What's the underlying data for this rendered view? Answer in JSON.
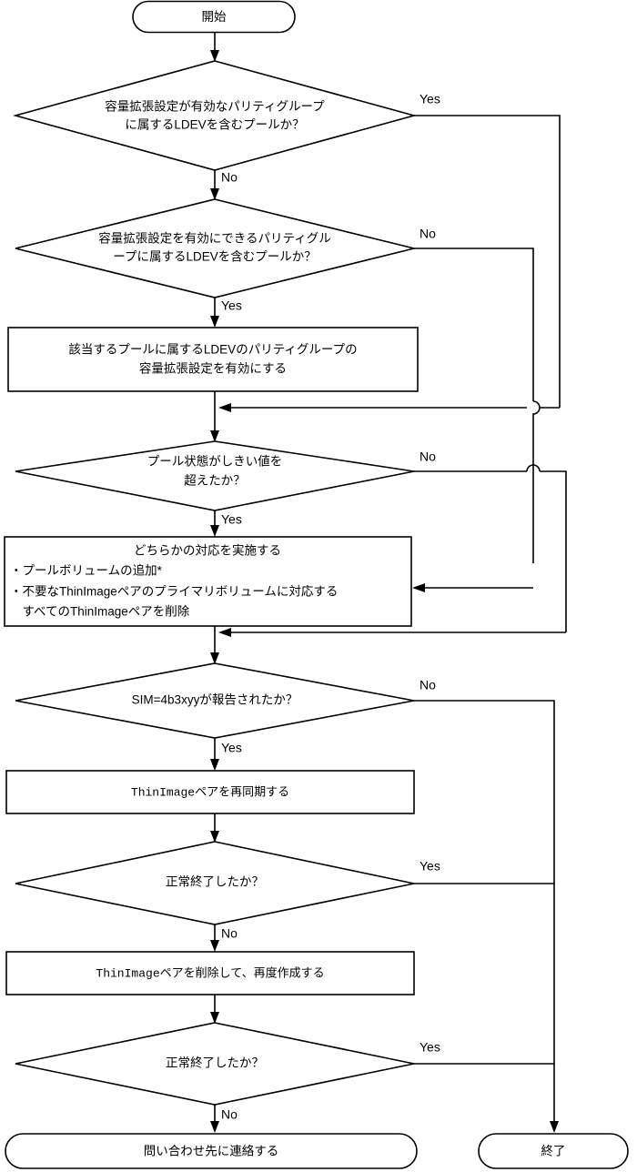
{
  "diagram": {
    "type": "flowchart",
    "title": "",
    "language": "ja",
    "nodes": {
      "start": {
        "kind": "terminator",
        "label": "開始"
      },
      "d1": {
        "kind": "decision",
        "line1": "容量拡張設定が有効なパリティグループ",
        "line2": "に属するLDEVを含むプールか？"
      },
      "d2": {
        "kind": "decision",
        "line1": "容量拡張設定を有効にできるパリティグル",
        "line2": "ープに属するLDEVを含むプールか？"
      },
      "p1": {
        "kind": "process",
        "line1": "該当するプールに属するLDEVのパリティグループの",
        "line2": "容量拡張設定を有効にする"
      },
      "d3": {
        "kind": "decision",
        "line1": "プール状態がしきい値を",
        "line2": "超えたか？"
      },
      "p2": {
        "kind": "process",
        "line1": "どちらかの対応を実施する",
        "line2": "・プールボリュームの追加*",
        "line3": "・不要なThinImageペアのプライマリボリュームに対応する",
        "line4": "　すべてのThinImageペアを削除"
      },
      "d4": {
        "kind": "decision",
        "line1": "SIM=4b3xyyが報告されたか？"
      },
      "p3": {
        "kind": "process",
        "line1": "ThinImageペアを再同期する"
      },
      "d5": {
        "kind": "decision",
        "line1": "正常終了したか？"
      },
      "p4": {
        "kind": "process",
        "line1": "ThinImageペアを削除して、再度作成する"
      },
      "d6": {
        "kind": "decision",
        "line1": "正常終了したか？"
      },
      "end_contact": {
        "kind": "terminator",
        "label": "問い合わせ先に連絡する"
      },
      "end_finish": {
        "kind": "terminator",
        "label": "終了"
      }
    },
    "branch_labels": {
      "d1_yes": "Yes",
      "d1_no": "No",
      "d2_no": "No",
      "d2_yes": "Yes",
      "d3_no": "No",
      "d3_yes": "Yes",
      "d4_no": "No",
      "d4_yes": "Yes",
      "d5_yes": "Yes",
      "d5_no": "No",
      "d6_yes": "Yes",
      "d6_no": "No"
    },
    "colors": {
      "stroke": "#000000",
      "fill": "#ffffff",
      "text": "#000000"
    }
  }
}
